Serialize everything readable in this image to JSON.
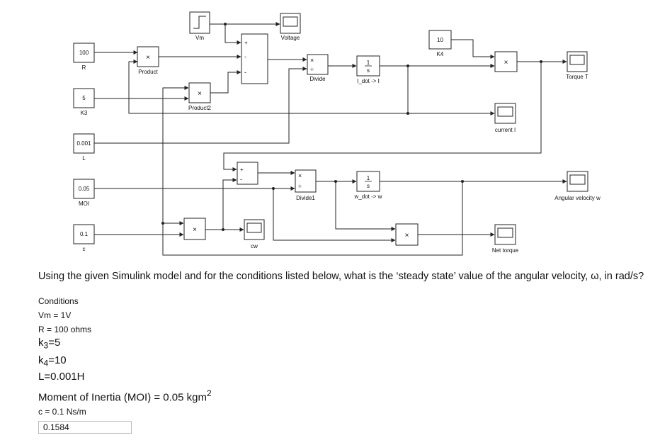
{
  "diagram": {
    "blocks": {
      "vm": {
        "label": "Vm"
      },
      "voltage": {
        "label": "Voltage"
      },
      "r": {
        "value": "100",
        "label": "R"
      },
      "product": {
        "op": "×",
        "label": "Product"
      },
      "k3": {
        "value": "5",
        "label": "K3"
      },
      "product2": {
        "op": "×",
        "label": "Product2"
      },
      "sum1": {
        "signs": [
          "+",
          "-",
          "-"
        ]
      },
      "divide": {
        "ops": [
          "×",
          "÷"
        ],
        "label": "Divide"
      },
      "int1": {
        "num": "1",
        "den": "s",
        "label": "I_dot -> I"
      },
      "k4": {
        "value": "10",
        "label": "K4"
      },
      "product3": {
        "op": "×"
      },
      "torque": {
        "label": "Torque T"
      },
      "current": {
        "label": "current I"
      },
      "l": {
        "value": "0.001",
        "label": "L"
      },
      "sum2": {
        "signs": [
          "+",
          "-"
        ]
      },
      "divide1": {
        "ops": [
          "×",
          "÷"
        ],
        "label": "Divide1"
      },
      "int2": {
        "num": "1",
        "den": "s",
        "label": "w_dot -> w"
      },
      "angvel": {
        "label": "Angular velocity w"
      },
      "moi": {
        "value": "0.05",
        "label": "MOI"
      },
      "c": {
        "value": "0.1",
        "label": "c"
      },
      "product4": {
        "op": "×"
      },
      "cw": {
        "label": "cw"
      },
      "product5": {
        "op": "×"
      },
      "nettorque": {
        "label": "Net torque"
      }
    }
  },
  "question": {
    "text": "Using the given Simulink model and for the conditions listed below, what is the ‘steady state’ value of the angular velocity, ω, in rad/s?",
    "conditions_heading": "Conditions",
    "vm": "Vm = 1V",
    "r": "R = 100 ohms",
    "k3_base": "k",
    "k3_sub": "3",
    "k3_rest": "=5",
    "k4_base": "k",
    "k4_sub": "4",
    "k4_rest": "=10",
    "l": "L=0.001H",
    "moi_text": "Moment of Inertia (MOI) = 0.05 kgm",
    "moi_sup": "2",
    "c": "c = 0.1 Ns/m"
  },
  "answer": {
    "value": "0.1584"
  }
}
